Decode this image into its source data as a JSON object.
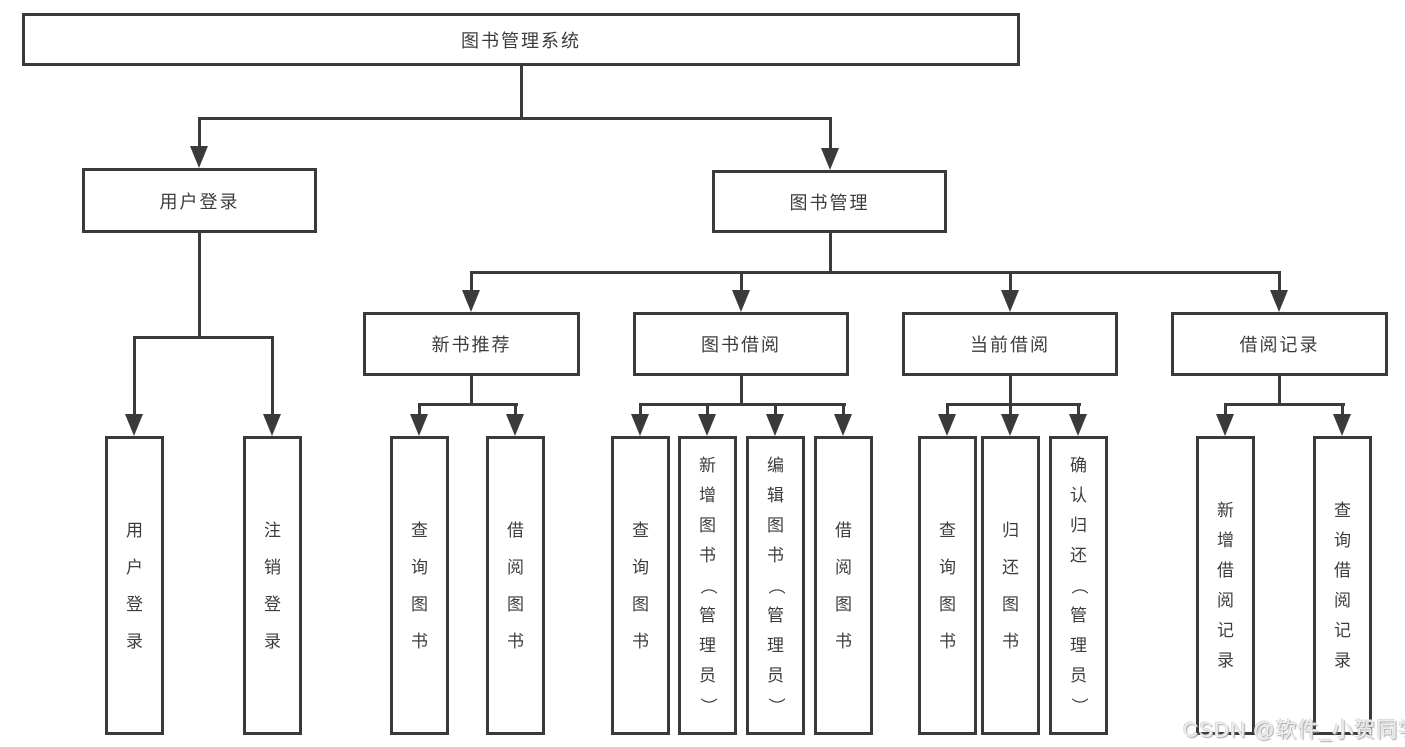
{
  "colors": {
    "line": "#3a3a3a",
    "text": "#3d3d3d",
    "background": "#ffffff",
    "watermark": "#ededed"
  },
  "watermark": {
    "text": "CSDN @软件_小贺同学"
  },
  "tree": {
    "root": {
      "label": "图书管理系统"
    },
    "level2": [
      {
        "label": "用户登录",
        "children": [
          {
            "label": "用户登录"
          },
          {
            "label": "注销登录"
          }
        ]
      },
      {
        "label": "图书管理",
        "children": [
          {
            "label": "新书推荐",
            "children": [
              {
                "label": "查询图书"
              },
              {
                "label": "借阅图书"
              }
            ]
          },
          {
            "label": "图书借阅",
            "children": [
              {
                "label": "查询图书"
              },
              {
                "label": "新增图书（管理员）"
              },
              {
                "label": "编辑图书（管理员）"
              },
              {
                "label": "借阅图书"
              }
            ]
          },
          {
            "label": "当前借阅",
            "children": [
              {
                "label": "查询图书"
              },
              {
                "label": "归还图书"
              },
              {
                "label": "确认归还（管理员）"
              }
            ]
          },
          {
            "label": "借阅记录",
            "children": [
              {
                "label": "新增借阅记录"
              },
              {
                "label": "查询借阅记录"
              }
            ]
          }
        ]
      }
    ]
  }
}
